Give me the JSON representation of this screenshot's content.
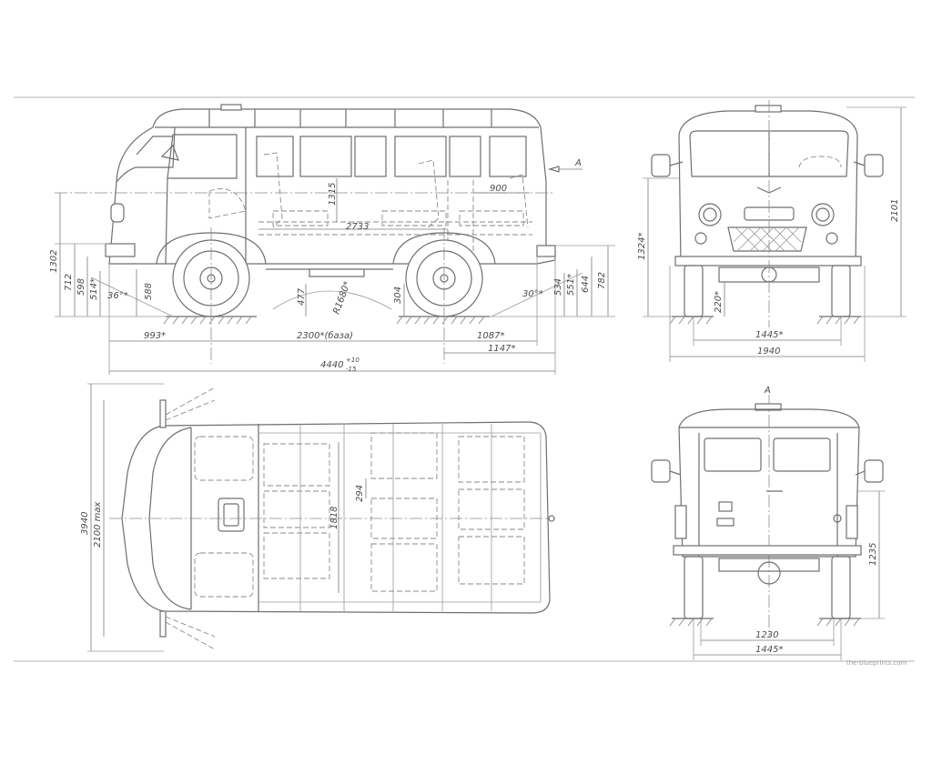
{
  "side_view": {
    "dims": {
      "overhang_front": "993*",
      "wheelbase": "2300*(база)",
      "overhang_rear": "1087*",
      "rear_1147": "1147*",
      "overall_length": "4440",
      "overall_length_tol_top": "+10",
      "overall_length_tol_bot": "-15",
      "height_1302": "1302",
      "h_712": "712",
      "h_598": "598",
      "h_514": "514*",
      "angle_front": "36°*",
      "h_588": "588",
      "h_477": "477",
      "radius": "R1680*",
      "h_304": "304",
      "h_1315": "1315",
      "int_2733": "2733",
      "int_900": "900",
      "angle_rear": "30°*",
      "h_534": "534",
      "h_551": "551*",
      "h_644": "644",
      "h_782": "782",
      "view_arrow": "A"
    }
  },
  "front_view": {
    "dims": {
      "height_2101": "2101",
      "h_1324": "1324*",
      "clearance": "220*",
      "track_1445": "1445*",
      "width_1940": "1940"
    }
  },
  "top_view": {
    "dims": {
      "width_1940": "3940",
      "width_2100": "2100 max",
      "interior_1818": "1818",
      "gap_294": "294"
    }
  },
  "rear_view": {
    "dims": {
      "view_marker": "A",
      "h_1235": "1235",
      "track_1230": "1230",
      "track_1445": "1445*"
    }
  },
  "watermark": "the-blueprints.com"
}
